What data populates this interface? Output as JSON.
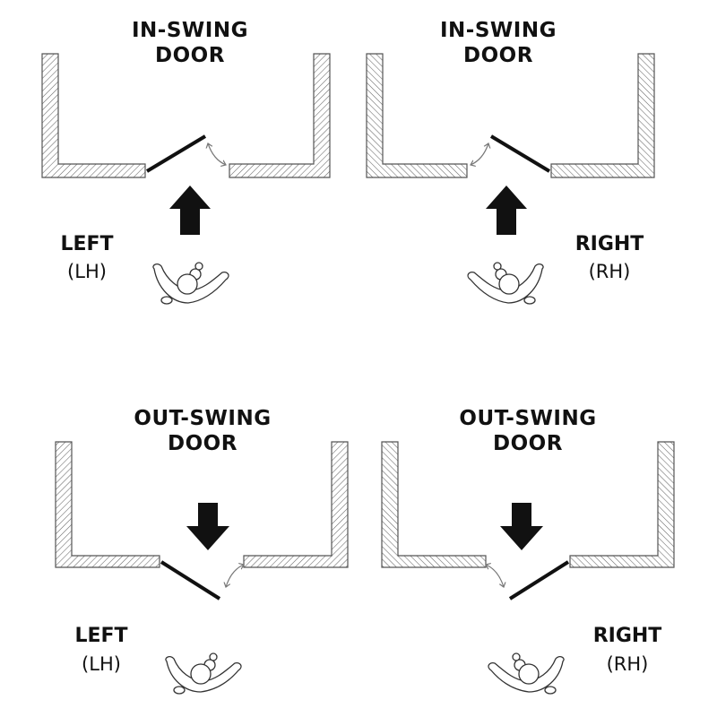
{
  "diagrams": [
    {
      "title_line1": "IN-SWING",
      "title_line2": "DOOR",
      "hand": "LEFT",
      "code": "(LH)"
    },
    {
      "title_line1": "IN-SWING",
      "title_line2": "DOOR",
      "hand": "RIGHT",
      "code": "(RH)"
    },
    {
      "title_line1": "OUT-SWING",
      "title_line2": "DOOR",
      "hand": "LEFT",
      "code": "(LH)"
    },
    {
      "title_line1": "OUT-SWING",
      "title_line2": "DOOR",
      "hand": "RIGHT",
      "code": "(RH)"
    }
  ],
  "colors": {
    "ink": "#111111",
    "wall_outline": "#555555",
    "swing_arrow": "#777777"
  }
}
